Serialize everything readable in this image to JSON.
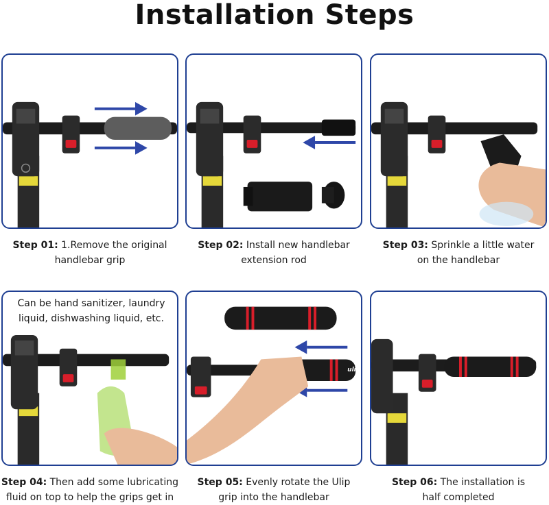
{
  "title": "Installation Steps",
  "steps": [
    {
      "label": "Step 01:",
      "line1": " 1.Remove the original",
      "line2": "handlebar grip"
    },
    {
      "label": "Step 02:",
      "line1": " Install new handlebar",
      "line2": "extension rod"
    },
    {
      "label": "Step 03:",
      "line1": " Sprinkle a little water",
      "line2": "on the handlebar"
    },
    {
      "label": "Step 04:",
      "line1": " Then add some lubricating",
      "line2": "fluid on top to help the grips get in"
    },
    {
      "label": "Step 05:",
      "line1": " Evenly rotate the Ulip",
      "line2": "grip into the handlebar"
    },
    {
      "label": "Step 06:",
      "line1": " The installation is",
      "line2": "half completed"
    }
  ],
  "step4_note": {
    "line1": "Can be hand sanitizer, laundry",
    "line2": "liquid, dishwashing liquid, etc."
  },
  "grip_logo": "ulip",
  "colors": {
    "border": "#1f3f92",
    "arrow": "#2e47a8",
    "grip_red": "#d81e2a",
    "grip_black": "#1b1b1b"
  }
}
